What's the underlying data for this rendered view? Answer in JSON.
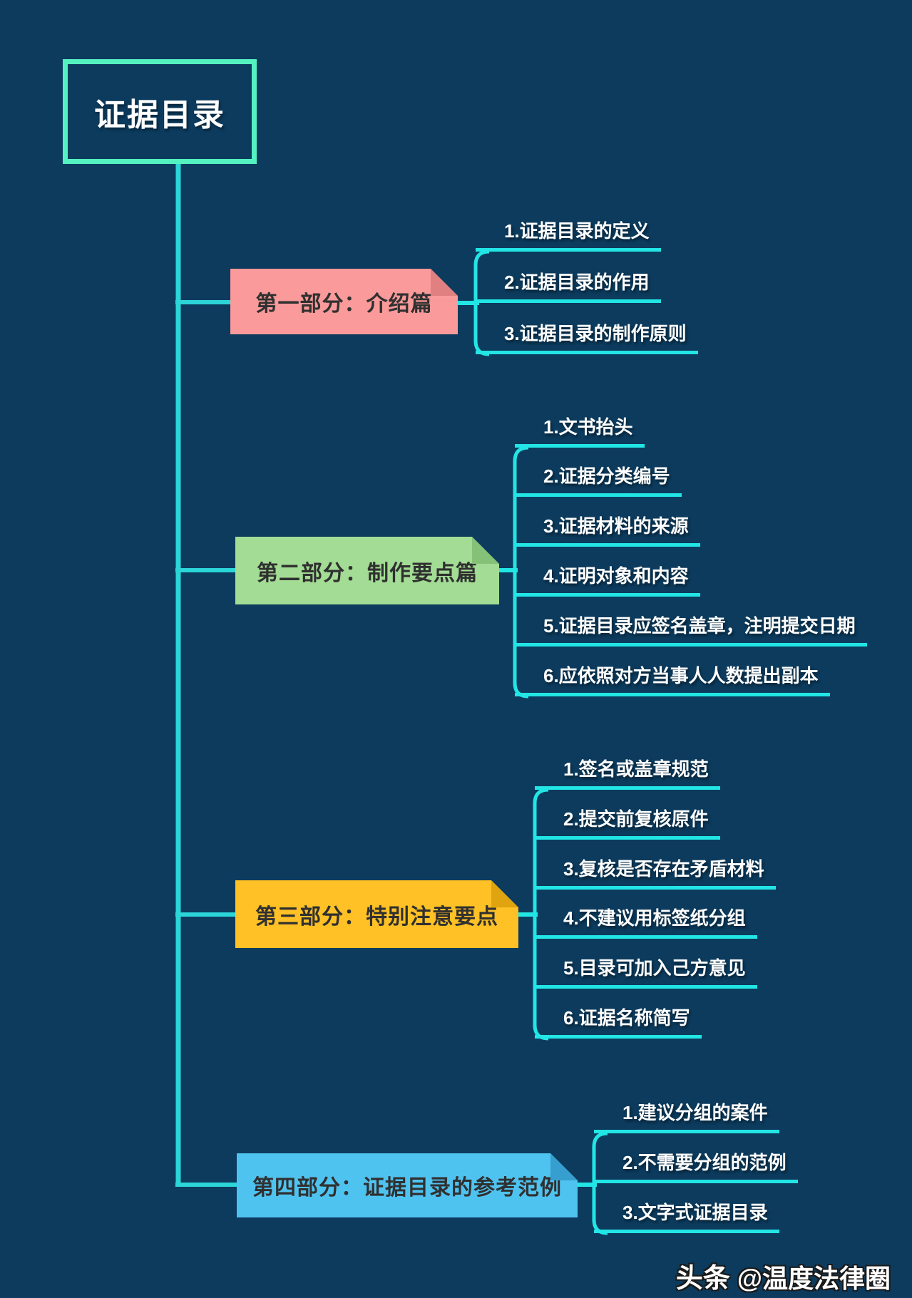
{
  "title": "证据目录",
  "root": {
    "label": "证据目录"
  },
  "branches": [
    {
      "label": "第一部分：介绍篇",
      "color": "#FA9A9A",
      "fold_color": "#E08080",
      "children": [
        "1.证据目录的定义",
        "2.证据目录的作用",
        "3.证据目录的制作原则"
      ]
    },
    {
      "label": "第二部分：制作要点篇",
      "color": "#A3DC94",
      "fold_color": "#86C178",
      "children": [
        "1.文书抬头",
        "2.证据分类编号",
        "3.证据材料的来源",
        "4.证明对象和内容",
        "5.证据目录应签名盖章，注明提交日期",
        "6.应依照对方当事人人数提出副本"
      ]
    },
    {
      "label": "第三部分：特别注意要点",
      "color": "#FFC125",
      "fold_color": "#DFA40F",
      "children": [
        "1.签名或盖章规范",
        "2.提交前复核原件",
        "3.复核是否存在矛盾材料",
        "4.不建议用标签纸分组",
        "5.目录可加入己方意见",
        "6.证据名称简写"
      ]
    },
    {
      "label": "第四部分：证据目录的参考范例",
      "color": "#4FC3F0",
      "fold_color": "#369FD0",
      "children": [
        "1.建议分组的案件",
        "2.不需要分组的范例",
        "3.文字式证据目录"
      ]
    }
  ],
  "watermark": {
    "brand": "头条",
    "handle": "@温度法律圈"
  },
  "colors": {
    "background": "#0C3B5D",
    "root_border": "#55F2C1",
    "trunk_line": "#2BD5D8",
    "child_line": "#22E5E5",
    "node_text": "#FFFFFF",
    "branch_text": "#303030"
  }
}
